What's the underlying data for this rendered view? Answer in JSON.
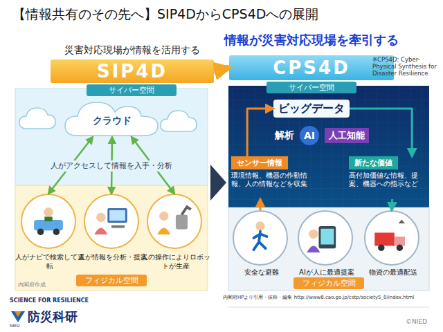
{
  "diagram": {
    "title": "【情報共有のその先へ】SIP4DからCPS4Dへの展開",
    "caption": "内閣府HPより引用・抜粋・編集 http://www8.cao.go.jp/cstp/society5_0/index.html",
    "nodes": [
      {
        "text": [
          "災害対応現場が情報を活用する",
          "SIP4D"
        ]
      },
      {
        "text": [
          "情報が災害対応現場を牽引する",
          "CPS4D"
        ]
      },
      {
        "text": [
          "サイバー空間"
        ]
      },
      {
        "text": [
          "サイバー空間"
        ]
      },
      {
        "text": [
          "クラウド"
        ]
      },
      {
        "text": [
          "フィジカル空間"
        ]
      },
      {
        "text": [
          "人がナビで検索して運転"
        ]
      },
      {
        "text": [
          "人が情報を分析・提案"
        ]
      },
      {
        "text": [
          "人の操作によりロボットが生産"
        ]
      },
      {
        "text": [
          "ビッグデータ"
        ]
      },
      {
        "text": [
          "解析",
          "AI",
          "人工知能"
        ]
      },
      {
        "text": [
          "センサー情報",
          "環境情報、機器の作動情報、人の情報などを収集"
        ]
      },
      {
        "text": [
          "新たな価値",
          "高付加価値な情報、提案、機器への指示など"
        ]
      },
      {
        "text": [
          "フィジカル空間"
        ]
      },
      {
        "text": [
          "安全な避難"
        ]
      },
      {
        "text": [
          "AIが人に最適提案"
        ]
      },
      {
        "text": [
          "物資の最適配送"
        ]
      }
    ],
    "edges": [
      {
        "from": 0,
        "to": 1,
        "arrow": "to"
      },
      {
        "from": 6,
        "to": 4,
        "arrow": "both"
      },
      {
        "from": 7,
        "to": 4,
        "arrow": "both"
      },
      {
        "from": 8,
        "to": 4,
        "arrow": "both"
      },
      {
        "from": 14,
        "to": 11,
        "arrow": "to"
      },
      {
        "from": 11,
        "to": 9,
        "arrow": "to"
      },
      {
        "from": 9,
        "to": 12,
        "arrow": "to"
      },
      {
        "from": 12,
        "to": 16,
        "arrow": "to"
      }
    ],
    "labels": [
      "人がアクセスして情報を入手・分析",
      "※CPS4D: Cyber-Physical Synthesis for Disaster Resilience",
      "内閣府作成",
      "SCIENCE FOR RESILIENCE",
      "防災科研",
      "NIED",
      "©NIED"
    ]
  }
}
